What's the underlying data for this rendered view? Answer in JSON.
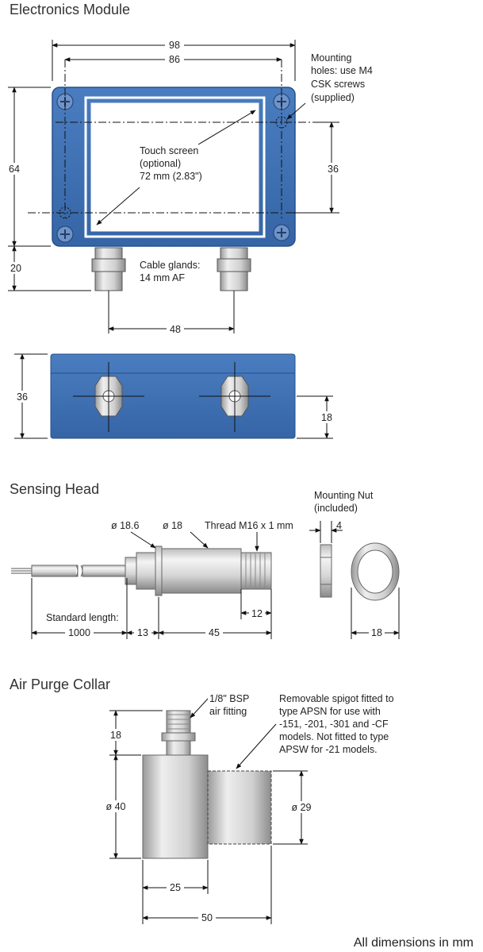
{
  "sections": {
    "electronics_title": "Electronics Module",
    "sensing_title": "Sensing Head",
    "purge_title": "Air Purge Collar"
  },
  "electronics": {
    "dim_98": "98",
    "dim_86": "86",
    "dim_64": "64",
    "dim_20": "20",
    "dim_36": "36",
    "dim_48": "48",
    "mounting_note": [
      "Mounting",
      "holes: use M4",
      "CSK screws",
      "(supplied)"
    ],
    "touch_note": [
      "Touch screen",
      "(optional)",
      "72 mm (2.83\")"
    ],
    "cable_note": [
      "Cable glands:",
      "14 mm AF"
    ],
    "side_dim_36": "36",
    "side_dim_18": "18"
  },
  "sensing": {
    "dia_186": "ø 18.6",
    "dia_18": "ø 18",
    "thread": "Thread M16 x 1 mm",
    "nut_note": [
      "Mounting Nut",
      "(included)"
    ],
    "nut_dim_4": "4",
    "std_length": "Standard length:",
    "len_1000": "1000",
    "len_13": "13",
    "len_45": "45",
    "len_12": "12",
    "nut_dim_18": "18"
  },
  "purge": {
    "fitting_note": [
      "1/8\" BSP",
      "air fitting"
    ],
    "spigot_note": [
      "Removable spigot fitted to",
      "type APSN for use with",
      "-151, -201, -301 and -CF",
      "models. Not fitted to type",
      "APSW for -21 models."
    ],
    "dim_18": "18",
    "dia_40": "ø 40",
    "dia_29": "ø 29",
    "dim_25": "25",
    "dim_50": "50"
  },
  "footer": "All dimensions in mm",
  "colors": {
    "panel_blue": "#3d6fb0",
    "panel_edge": "#27508a",
    "metal_light": "#f0f0f0",
    "metal_dark": "#8c8c8c"
  }
}
